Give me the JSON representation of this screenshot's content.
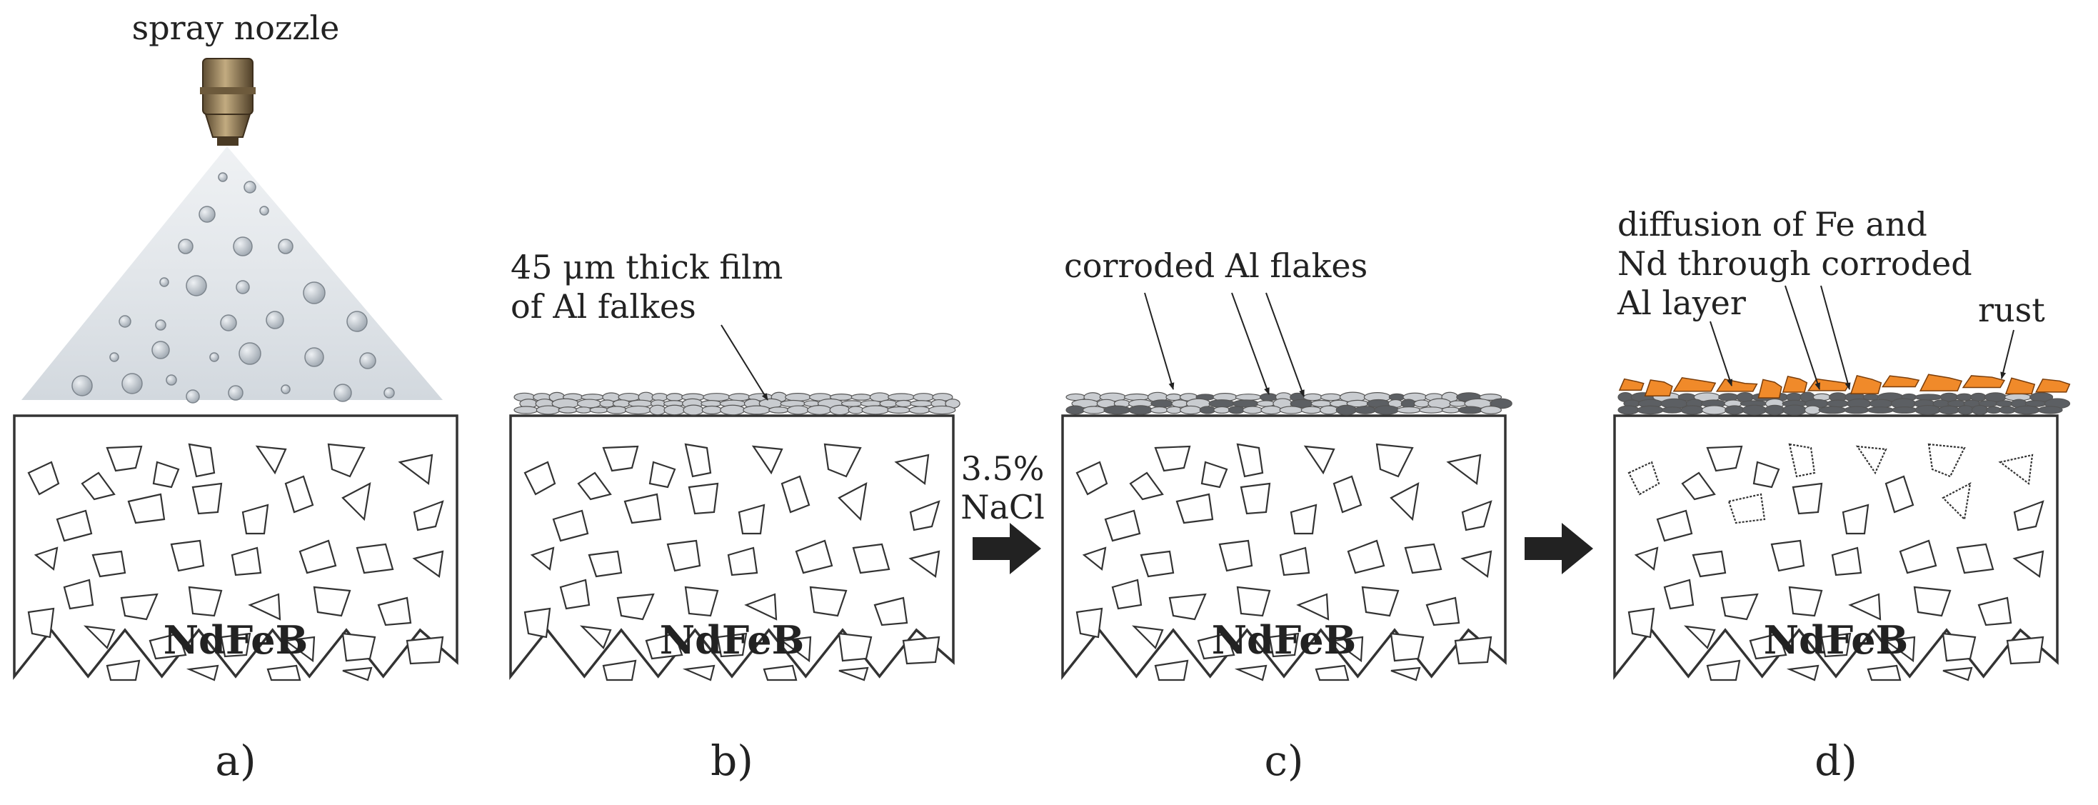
{
  "figure": {
    "panels": [
      {
        "id": "a",
        "label": "a)",
        "material": "NdFeB"
      },
      {
        "id": "b",
        "label": "b)",
        "material": "NdFeB"
      },
      {
        "id": "c",
        "label": "c)",
        "material": "NdFeB"
      },
      {
        "id": "d",
        "label": "d)",
        "material": "NdFeB"
      }
    ],
    "annotations": {
      "spray_nozzle": "spray nozzle",
      "film_line1": "45 μm thick film",
      "film_line2": "of Al falkes",
      "corroded": "corroded Al flakes",
      "diffusion_line1": "diffusion of Fe and",
      "diffusion_line2": "Nd through corroded",
      "diffusion_line3": "Al layer",
      "rust": "rust"
    },
    "process": {
      "step1_line1": "3.5%",
      "step1_line2": "NaCl"
    },
    "colors": {
      "rust": "#f08a2a",
      "al_flake": "#c9ccd0",
      "corroded_flake": "#5c5f63",
      "corroded_grain": "#6b6e72",
      "nozzle": "#8f7a55",
      "droplet": "#a8b0b8"
    }
  }
}
